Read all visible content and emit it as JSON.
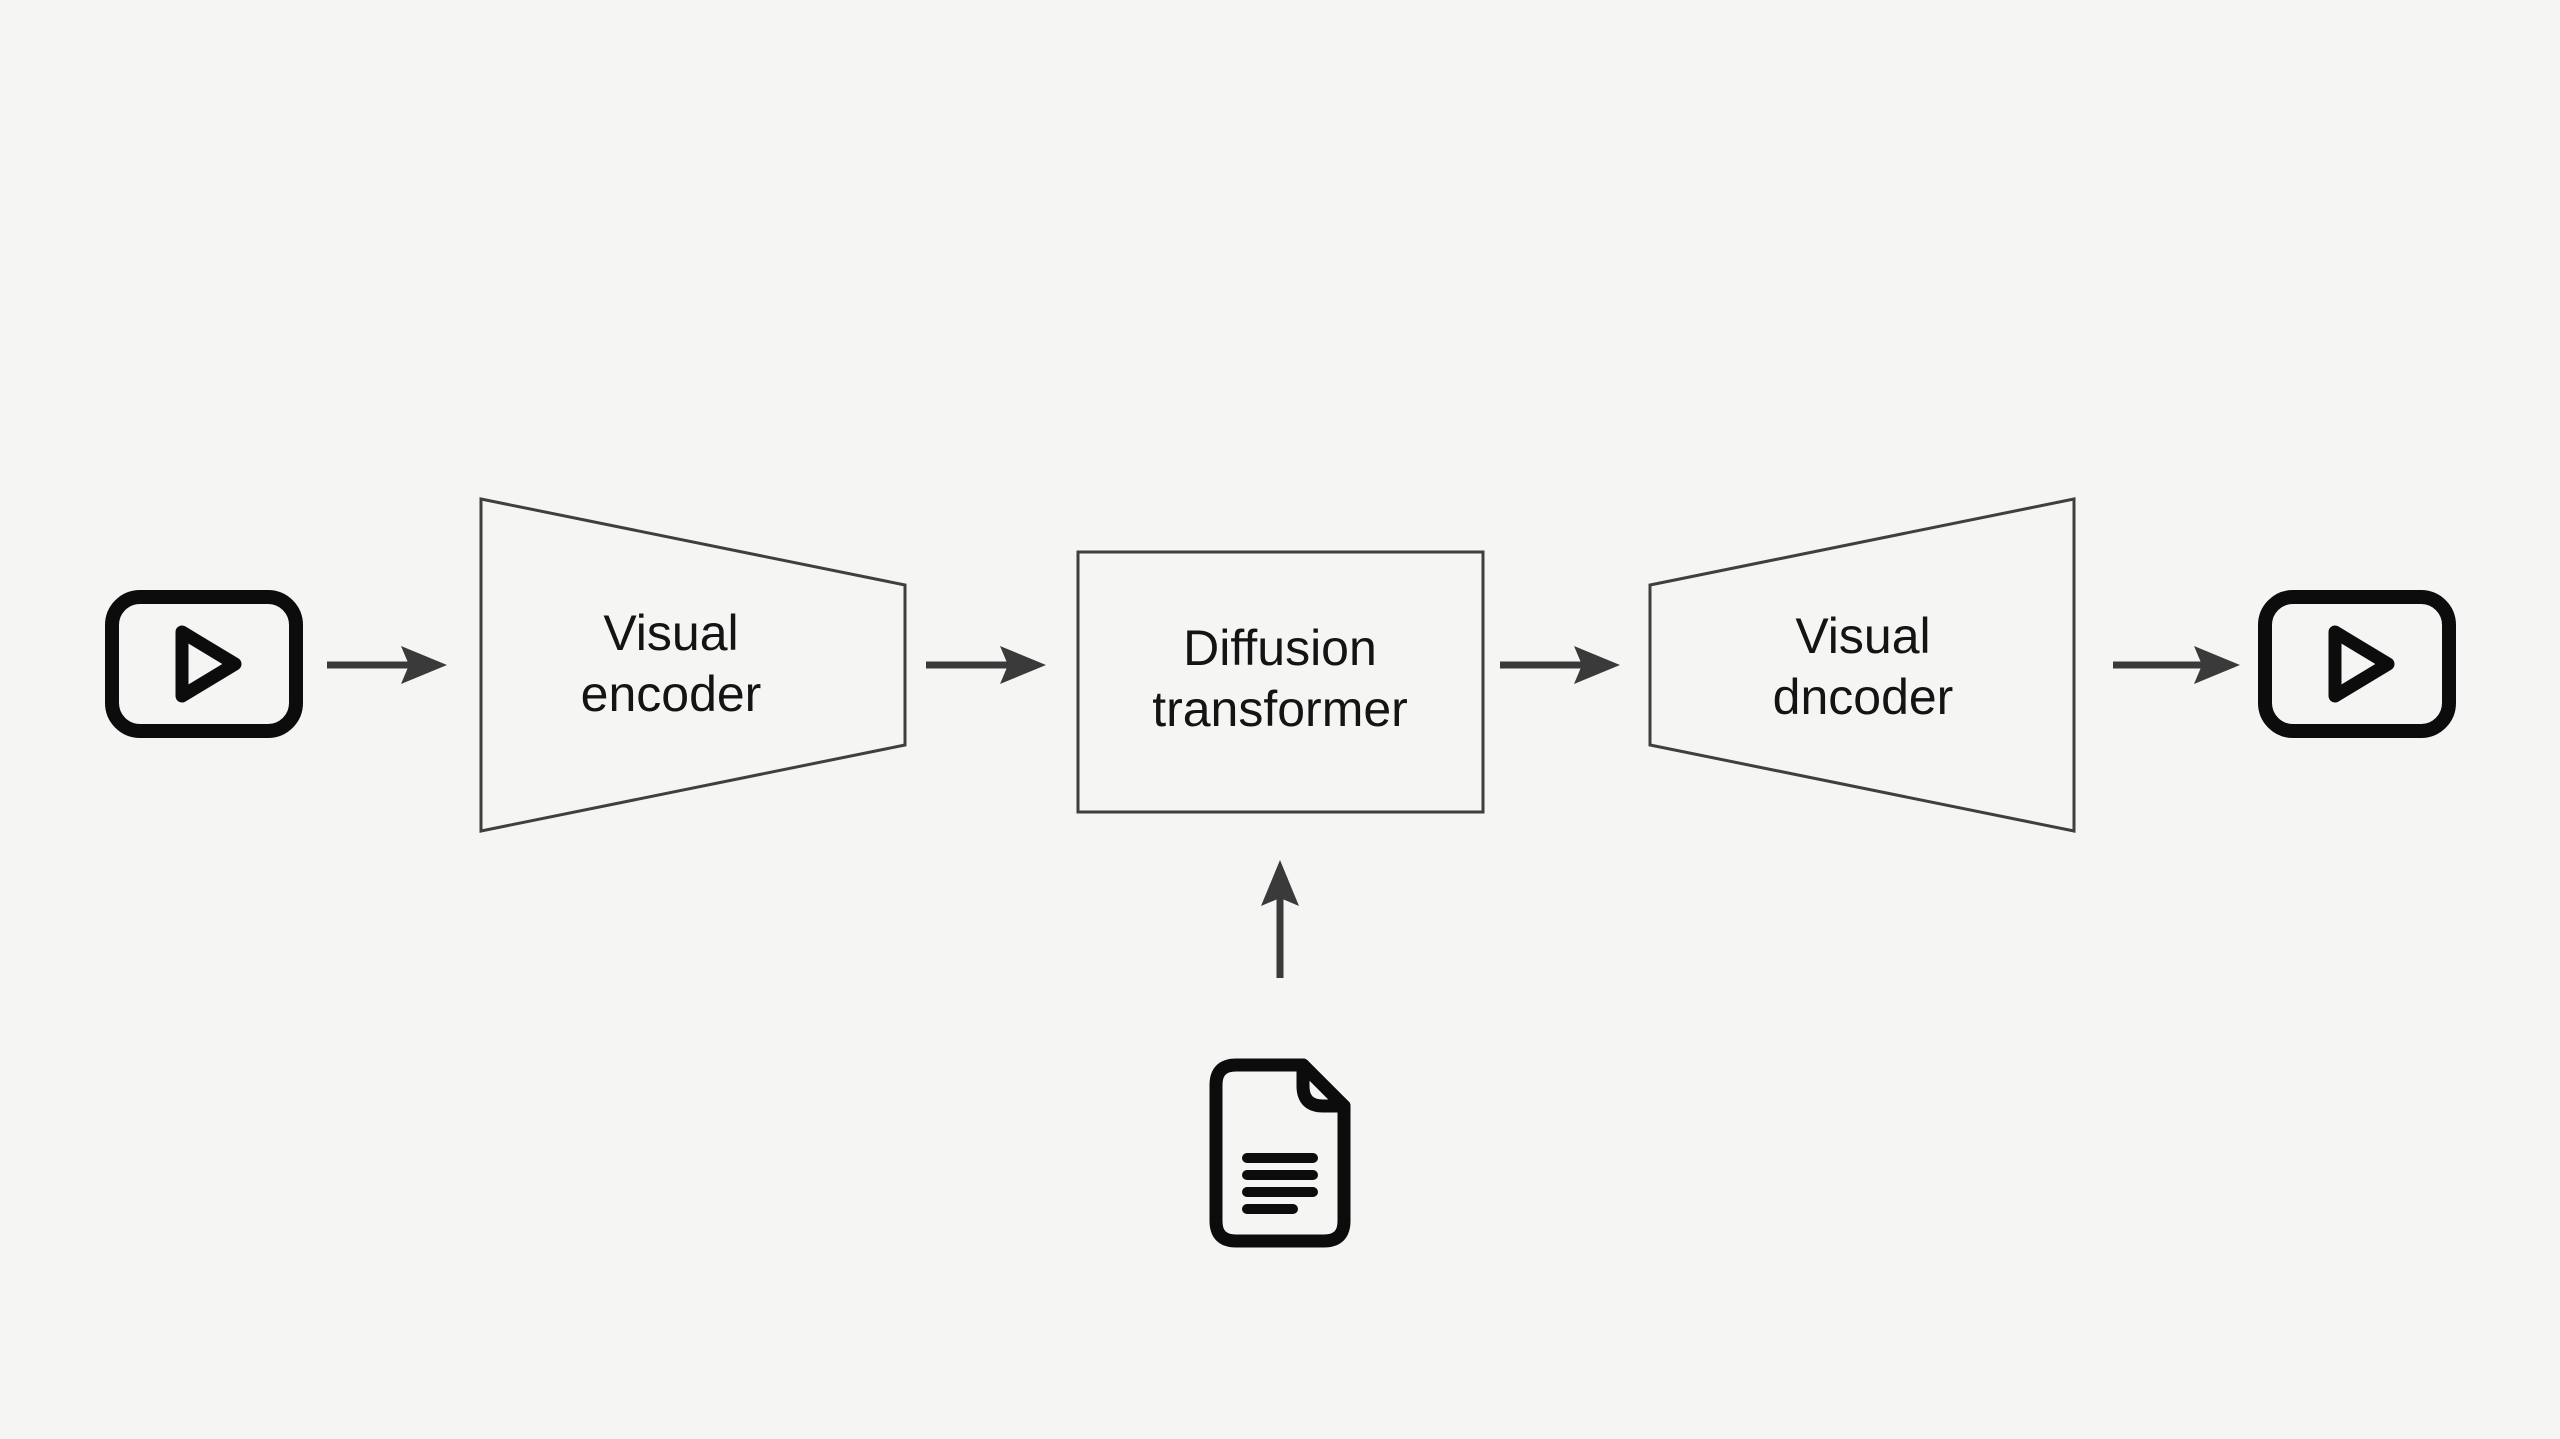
{
  "theme": {
    "bg": "#f5f5f3",
    "stroke": "#3f3f3f",
    "arrow": "#3a3a3a",
    "icon": "#0c0c0c",
    "ink": "#141414"
  },
  "diagram": {
    "type": "pipeline-flow",
    "nodes": {
      "input_video": {
        "icon": "video-play-icon"
      },
      "encoder": {
        "line1": "Visual",
        "line2": "encoder"
      },
      "transformer": {
        "line1": "Diffusion",
        "line2": "transformer"
      },
      "decoder": {
        "line1": "Visual",
        "line2": "dncoder"
      },
      "output_video": {
        "icon": "video-play-icon"
      },
      "text_prompt": {
        "icon": "document-text-icon"
      }
    },
    "edges": [
      "input_video -> encoder",
      "encoder -> transformer",
      "transformer -> decoder",
      "decoder -> output_video",
      "text_prompt -> transformer"
    ]
  }
}
